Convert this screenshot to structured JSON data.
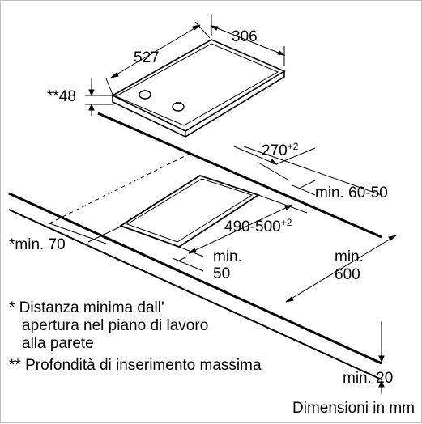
{
  "dimensions": {
    "width_top": "306",
    "depth_top": "527",
    "insert_depth": "**48",
    "cutout_depth_base": "270",
    "cutout_depth_sup": "+2",
    "cutout_width_base": "490-500",
    "cutout_width_sup": "+2",
    "min_front": "*min. 70",
    "min_side_line1": "min.",
    "min_side_line2": "50",
    "min_back_wall": "min. 60-50",
    "min_cabinet_line1": "min.",
    "min_cabinet_line2": "600",
    "min_thickness": "min. 20"
  },
  "notes": {
    "note1_line1": "* Distanza minima dall'",
    "note1_line2": "apertura nel piano di lavoro",
    "note1_line3": "alla parete",
    "note2": "** Profondità di inserimento massima"
  },
  "footer": {
    "units": "Dimensioni in mm"
  }
}
